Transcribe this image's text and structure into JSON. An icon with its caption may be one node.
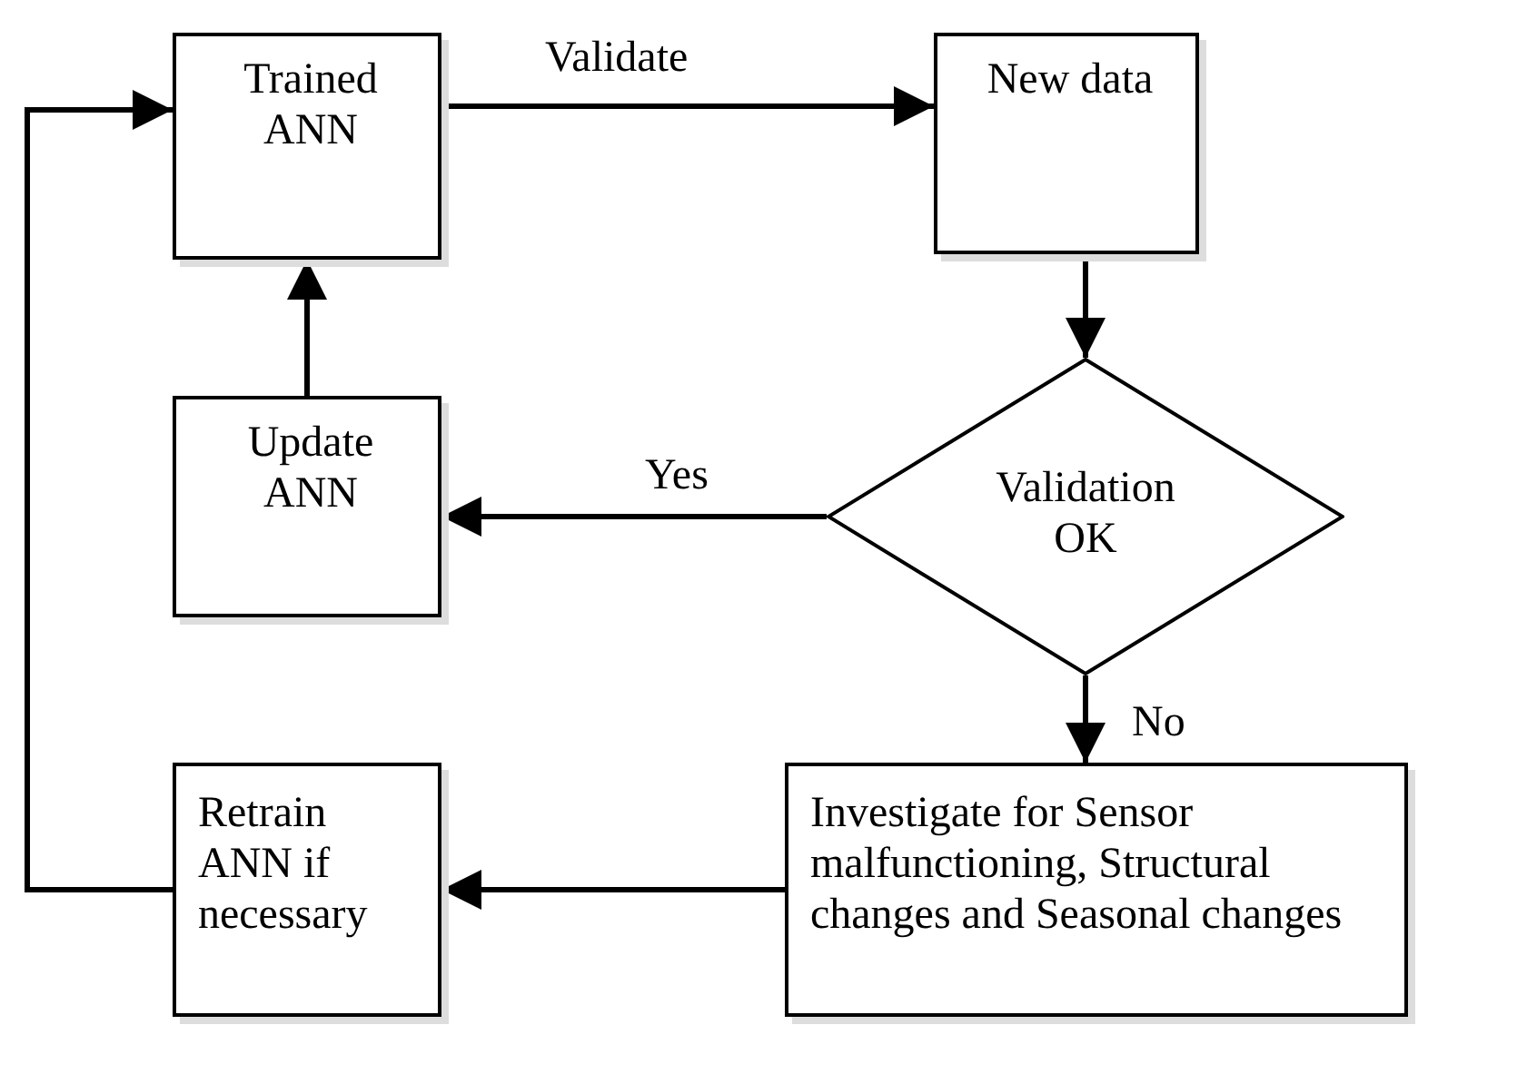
{
  "diagram": {
    "nodes": [
      {
        "text": [
          "Trained ANN"
        ]
      },
      {
        "text": [
          "New data"
        ]
      },
      {
        "text": [
          "Validation OK"
        ]
      },
      {
        "text": [
          "Update ANN"
        ]
      },
      {
        "text": [
          "Investigate for Sensor malfunctioning, Structural changes and Seasonal changes"
        ]
      },
      {
        "text": [
          "Retrain ANN if necessary"
        ]
      }
    ],
    "edges": [
      {
        "from": 0,
        "to": 1,
        "arrow": "to",
        "label": "Validate"
      },
      {
        "from": 1,
        "to": 2,
        "arrow": "to"
      },
      {
        "from": 2,
        "to": 3,
        "arrow": "to",
        "label": "Yes"
      },
      {
        "from": 3,
        "to": 0,
        "arrow": "to"
      },
      {
        "from": 2,
        "to": 4,
        "arrow": "to",
        "label": "No"
      },
      {
        "from": 4,
        "to": 5,
        "arrow": "to"
      },
      {
        "from": 5,
        "to": 0,
        "arrow": "to"
      }
    ]
  }
}
